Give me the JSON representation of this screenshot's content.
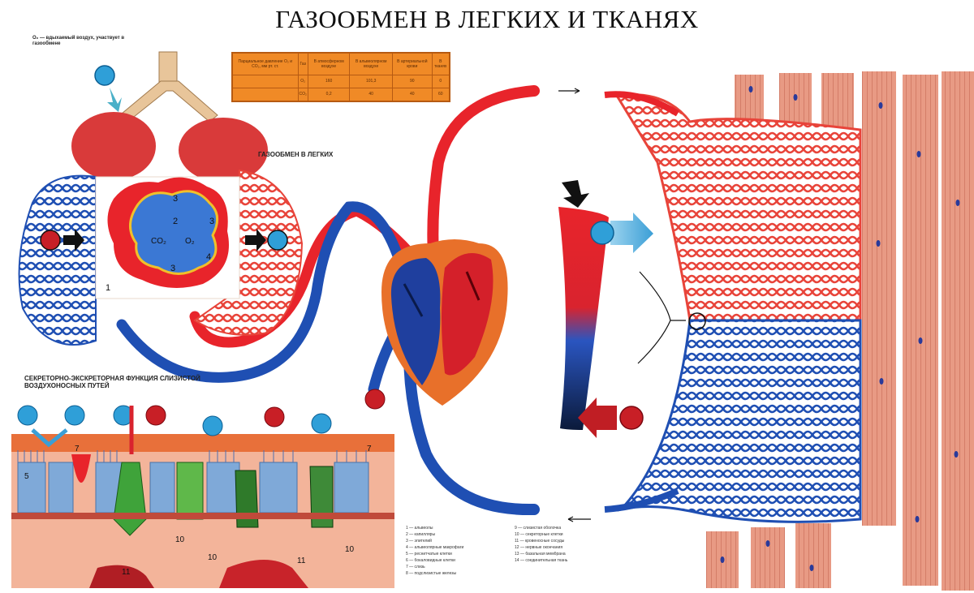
{
  "title": "ГАЗООБМЕН В ЛЕГКИХ И ТКАНЯХ",
  "top_left_note": "O₂ — вдыхаемый воздух, участвует в газообмене",
  "lungs_caption": "ГАЗООБМЕН В ЛЕГКИХ",
  "mucosa_caption": "СЕКРЕТОРНО-ЭКСКРЕТОРНАЯ ФУНКЦИЯ СЛИЗИСТОЙ ВОЗДУХОНОСНЫХ ПУТЕЙ",
  "gas_labels": {
    "o2": "O₂",
    "co2": "CO₂"
  },
  "alveolus_labels": [
    "1",
    "2",
    "3",
    "3",
    "3",
    "4"
  ],
  "mucosa_numbers": [
    "5",
    "7",
    "7",
    "10",
    "10",
    "10",
    "11",
    "11"
  ],
  "pressure_table": {
    "header": [
      "Парциальное давление O₂ и CO₂, мм рт. ст.",
      "Газ",
      "В атмосферном воздухе",
      "В альвеолярном воздухе",
      "В артериальной крови",
      "В тканях"
    ],
    "rows": [
      [
        "",
        "O₂",
        "160",
        "101,3",
        "90",
        "0"
      ],
      [
        "",
        "CO₂",
        "0,2",
        "40",
        "40",
        "60"
      ]
    ]
  },
  "legend": {
    "left": [
      "1 — альвеолы",
      "2 — капилляры",
      "3 — эпителий",
      "4 — альвеолярные макрофаги",
      "5 — реснитчатые клетки",
      "6 — бокаловидные клетки",
      "7 — слизь",
      "8 — подслизистые железы"
    ],
    "right": [
      "9 — слизистая оболочка",
      "10 — секреторные клетки",
      "11 — кровеносные сосуды",
      "12 — нервные окончания",
      "13 — базальная мембрана",
      "14 — соединительная ткань"
    ]
  },
  "colors": {
    "arterial": "#e8242b",
    "venous": "#1f4fb3",
    "muscle": "#d9826c",
    "table": "#f08a26",
    "goblet_green": "#3fa33a"
  },
  "icons": [
    "o2-molecule-icon",
    "co2-molecule-icon",
    "arrow-right-icon",
    "arrow-left-icon",
    "arrow-down-icon"
  ]
}
